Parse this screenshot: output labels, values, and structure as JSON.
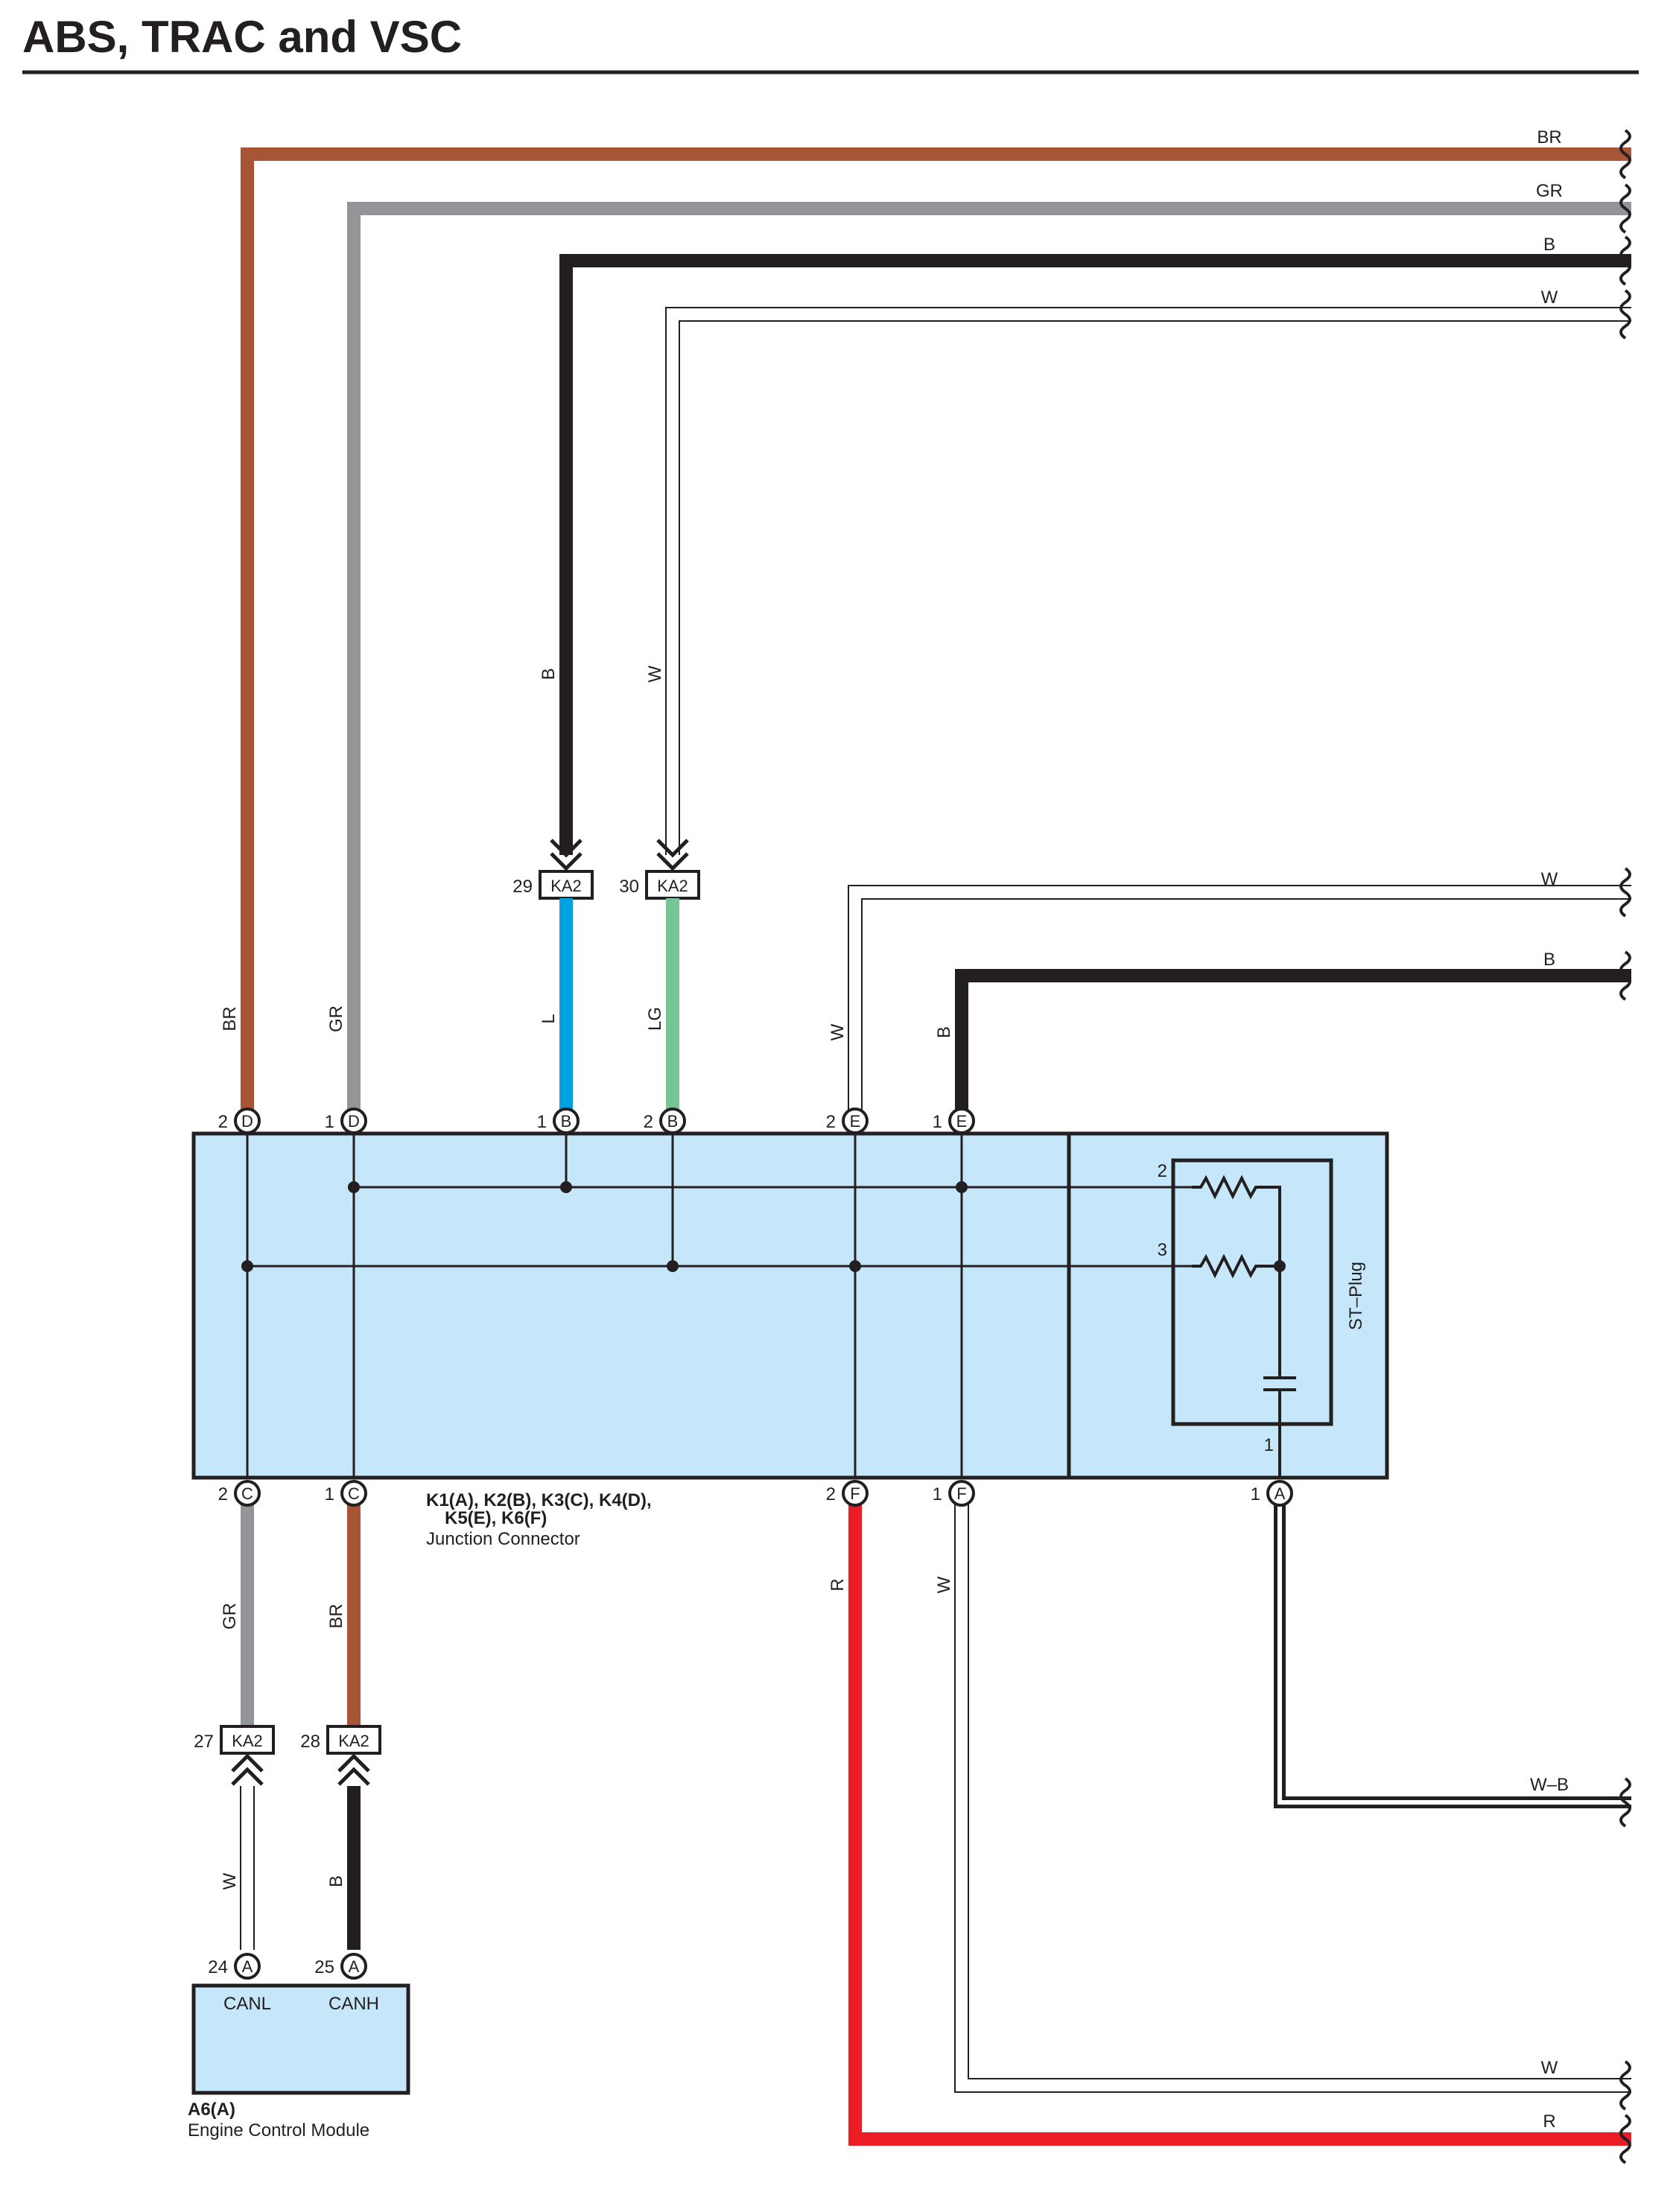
{
  "title": "ABS, TRAC and VSC",
  "colors": {
    "BR": "#a65535",
    "GR": "#939598",
    "B": "#231f20",
    "L": "#00a3e0",
    "LG": "#77c597",
    "R": "#ec1c24",
    "box_fill": "#c6e7f9",
    "outline": "#231f20"
  },
  "wire_labels": {
    "right_br": "BR",
    "right_gr": "GR",
    "right_b": "B",
    "right_w": "W",
    "vert_b": "B",
    "vert_w": "W",
    "vert_br": "BR",
    "vert_gr": "GR",
    "vert_l": "L",
    "vert_lg": "LG",
    "vert_e_w": "W",
    "vert_e_b": "B",
    "right_mid_w": "W",
    "right_mid_b": "B",
    "low_gr": "GR",
    "low_br": "BR",
    "low_w": "W",
    "low_b": "B",
    "low_r": "R",
    "low_fw": "W",
    "right_wb": "W–B",
    "right_low_w": "W",
    "right_low_r": "R"
  },
  "connectors": {
    "ka2_29": {
      "pin": "29",
      "name": "KA2"
    },
    "ka2_30": {
      "pin": "30",
      "name": "KA2"
    },
    "ka2_27": {
      "pin": "27",
      "name": "KA2"
    },
    "ka2_28": {
      "pin": "28",
      "name": "KA2"
    }
  },
  "pins": {
    "top": [
      {
        "num": "2",
        "letter": "D"
      },
      {
        "num": "1",
        "letter": "D"
      },
      {
        "num": "1",
        "letter": "B"
      },
      {
        "num": "2",
        "letter": "B"
      },
      {
        "num": "2",
        "letter": "E"
      },
      {
        "num": "1",
        "letter": "E"
      }
    ],
    "bottom": [
      {
        "num": "2",
        "letter": "C"
      },
      {
        "num": "1",
        "letter": "C"
      },
      {
        "num": "2",
        "letter": "F"
      },
      {
        "num": "1",
        "letter": "F"
      },
      {
        "num": "1",
        "letter": "A"
      }
    ],
    "ecm": [
      {
        "num": "24",
        "letter": "A"
      },
      {
        "num": "25",
        "letter": "A"
      }
    ]
  },
  "st_plug": {
    "label": "ST–Plug",
    "pins": [
      "2",
      "3",
      "1"
    ]
  },
  "junction": {
    "line1": "K1(A), K2(B), K3(C), K4(D),",
    "line2": "K5(E), K6(F)",
    "name": "Junction Connector"
  },
  "ecm": {
    "canl": "CANL",
    "canh": "CANH",
    "code": "A6(A)",
    "name": "Engine Control Module"
  }
}
